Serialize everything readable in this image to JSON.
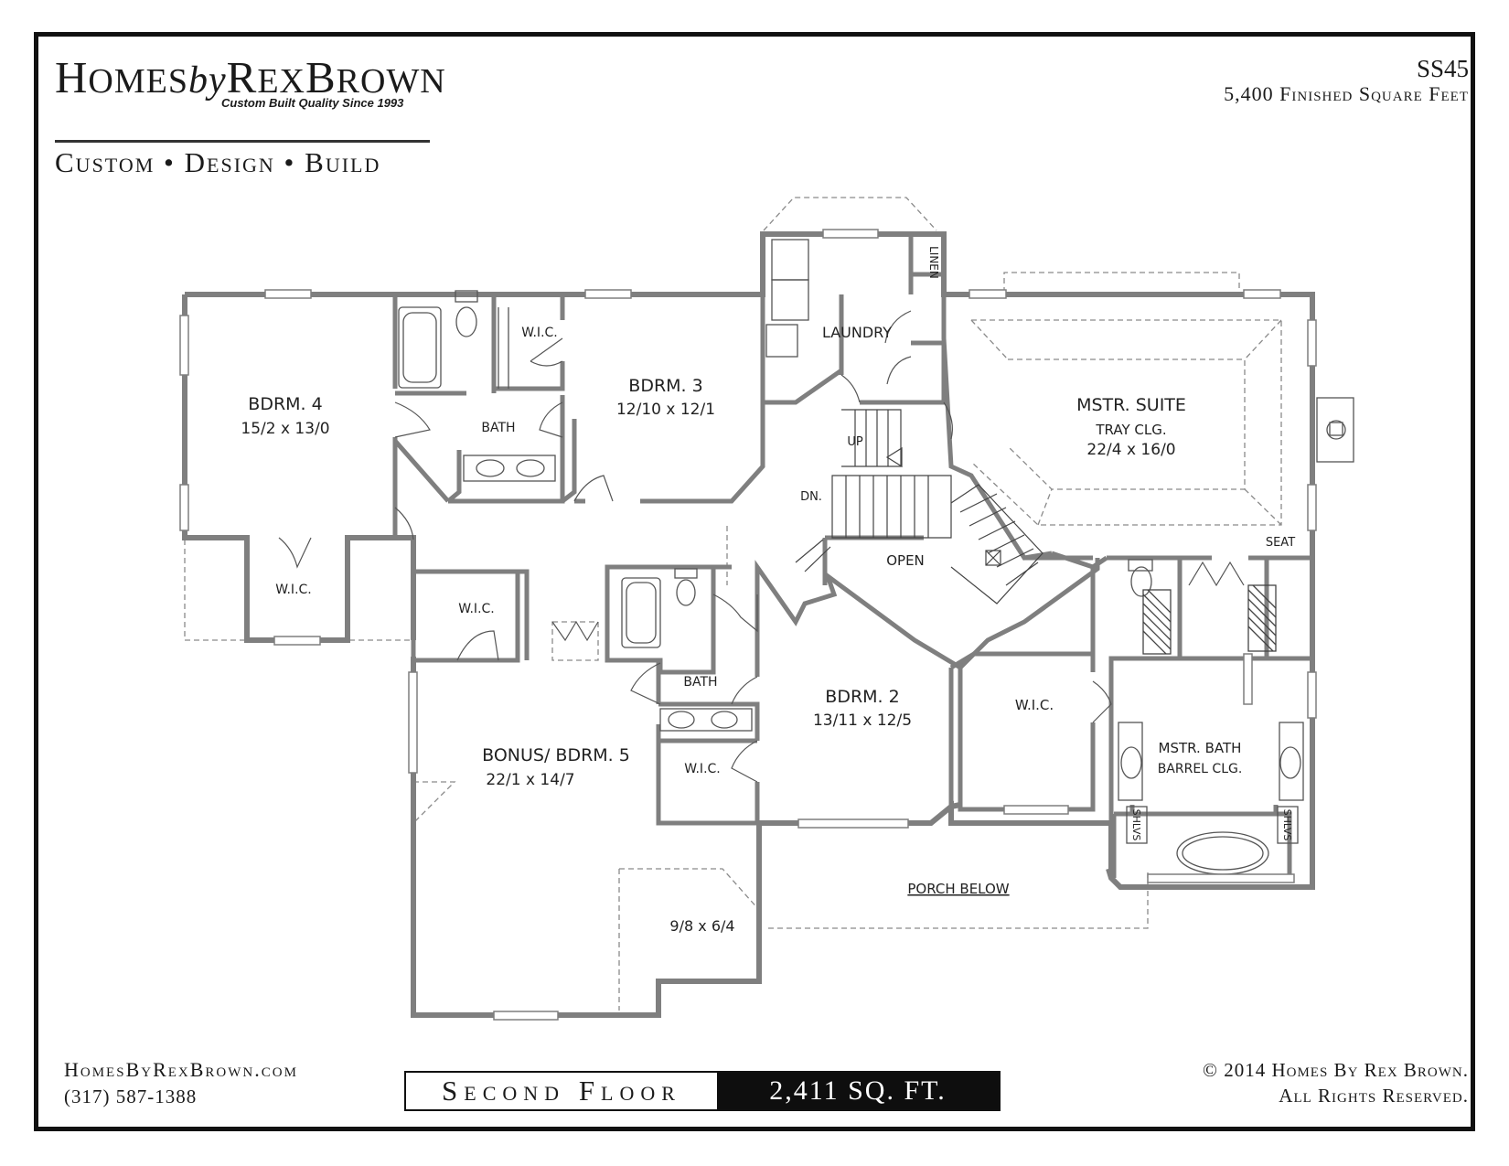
{
  "header": {
    "brand_a": "H",
    "brand_b": "OMES",
    "brand_by": "by",
    "brand_c": "R",
    "brand_d": "EX",
    "brand_e": "B",
    "brand_f": "ROWN",
    "tagline": "Custom Built Quality Since 1993",
    "services": "Custom • Design • Build",
    "plan_code": "SS45",
    "finished_sqft": "5,400 Finished Square Feet"
  },
  "rooms": {
    "bdrm4": "BDRM. 4",
    "bdrm4_dim": "15/2 x 13/0",
    "bdrm3": "BDRM. 3",
    "bdrm3_dim": "12/10 x 12/1",
    "mstr_suite": "MSTR. SUITE",
    "mstr_suite_clg": "TRAY CLG.",
    "mstr_suite_dim": "22/4 x 16/0",
    "laundry": "LAUNDRY",
    "linen": "LINEN",
    "wic_a": "W.I.C.",
    "wic_b": "W.I.C.",
    "wic_c": "W.I.C.",
    "wic_d": "W.I.C.",
    "wic_e": "W.I.C.",
    "bath_a": "BATH",
    "bath_b": "BATH",
    "up": "UP",
    "dn": "DN.",
    "open": "OPEN",
    "seat": "SEAT",
    "bdrm2": "BDRM. 2",
    "bdrm2_dim": "13/11 x 12/5",
    "bonus": "BONUS/ BDRM. 5",
    "bonus_dim": "22/1 x 14/7",
    "bonus_alcove_dim": "9/8 x 6/4",
    "mstr_bath": "MSTR. BATH",
    "mstr_bath_clg": "BARREL CLG.",
    "shlvs_a": "SHLVS",
    "shlvs_b": "SHLVS",
    "porch": "PORCH BELOW"
  },
  "footer": {
    "website": "HomesByRexBrown.com",
    "phone": "(317) 587-1388",
    "floor_name": "Second Floor",
    "floor_area": "2,411 SQ. FT.",
    "copyright_line1": "© 2014 Homes By Rex Brown.",
    "copyright_line2": "All Rights Reserved."
  },
  "colors": {
    "wall": "#7f7f7f",
    "ink": "#1a1a1a",
    "banner_fill": "#0e0e0e"
  }
}
